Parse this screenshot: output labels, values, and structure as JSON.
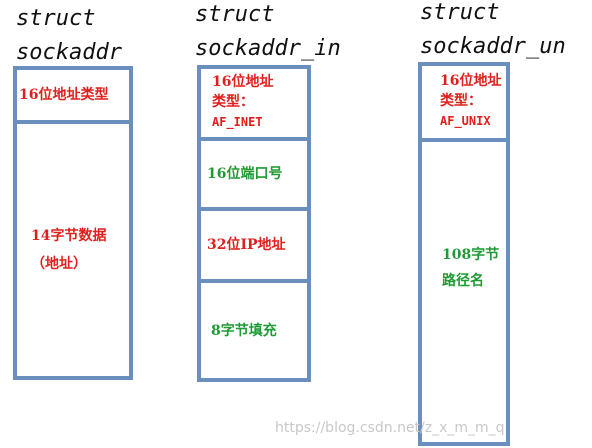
{
  "structs": [
    {
      "title_line1": "struct",
      "title_line2": "sockaddr",
      "fields": [
        {
          "text": "16位地址类型",
          "color": "#e0201e"
        },
        {
          "text": "14字节数据\n（地址）",
          "color": "#e0201e"
        }
      ]
    },
    {
      "title_line1": "struct",
      "title_line2": "sockaddr_in",
      "fields": [
        {
          "line1": "16位地址",
          "line2": "类型：",
          "line3": "AF_INET",
          "color": "#e0201e"
        },
        {
          "text": "16位端口号",
          "color": "#1f9a35"
        },
        {
          "text": "32位IP地址",
          "color": "#e0201e"
        },
        {
          "text": "8字节填充",
          "color": "#1f9a35"
        }
      ]
    },
    {
      "title_line1": "struct",
      "title_line2": "sockaddr_un",
      "fields": [
        {
          "line1": "16位地址",
          "line2": "类型：",
          "line3": "AF_UNIX",
          "color": "#e0201e"
        },
        {
          "text": "108字节\n路径名",
          "color": "#1f9a35"
        }
      ]
    }
  ],
  "watermark": "https://blog.csdn.net/z_x_m_m_q"
}
